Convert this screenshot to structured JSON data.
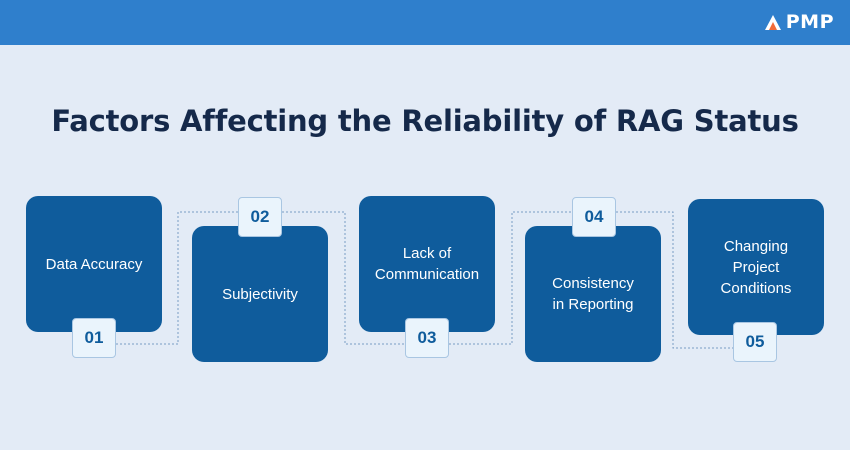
{
  "header": {
    "logo_text": "PMP",
    "logo_icon": "triangle-arrow-icon"
  },
  "title": "Factors Affecting the Reliability of RAG Status",
  "colors": {
    "header_bar": "#2f7fcc",
    "background": "#e3ebf6",
    "card": "#0f5c9c",
    "badge_bg": "#eaf4fc",
    "title": "#15294a"
  },
  "factors": [
    {
      "number": "01",
      "label": "Data Accuracy"
    },
    {
      "number": "02",
      "label": "Subjectivity"
    },
    {
      "number": "03",
      "label": "Lack of\nCommunication"
    },
    {
      "number": "04",
      "label": "Consistency\nin Reporting"
    },
    {
      "number": "05",
      "label": "Changing\nProject\nConditions"
    }
  ]
}
